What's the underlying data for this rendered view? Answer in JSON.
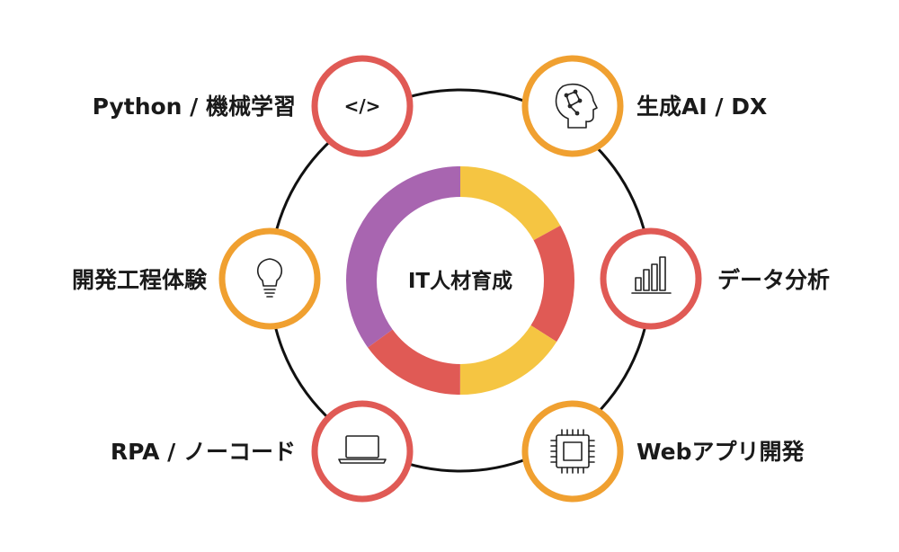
{
  "center": {
    "title": "IT人材育成"
  },
  "colors": {
    "red": "#e05a55",
    "orange": "#f0a030",
    "yellow": "#f5c542",
    "purple": "#a865b0",
    "dark": "#1a1a1a"
  },
  "nodes": [
    {
      "label": "Python / 機械学習",
      "icon": "code-icon",
      "icon_text": "</>",
      "ring_color": "red"
    },
    {
      "label": "生成AI / DX",
      "icon": "ai-head-icon",
      "ring_color": "orange"
    },
    {
      "label": "データ分析",
      "icon": "bar-chart-icon",
      "ring_color": "red"
    },
    {
      "label": "Webアプリ開発",
      "icon": "chip-icon",
      "ring_color": "orange"
    },
    {
      "label": "RPA / ノーコード",
      "icon": "laptop-icon",
      "ring_color": "red"
    },
    {
      "label": "開発工程体験",
      "icon": "lightbulb-icon",
      "ring_color": "orange"
    }
  ],
  "donut_segments": [
    {
      "color": "yellow",
      "fraction": 0.17
    },
    {
      "color": "red",
      "fraction": 0.17
    },
    {
      "color": "yellow",
      "fraction": 0.16
    },
    {
      "color": "red",
      "fraction": 0.15
    },
    {
      "color": "purple",
      "fraction": 0.35
    }
  ]
}
